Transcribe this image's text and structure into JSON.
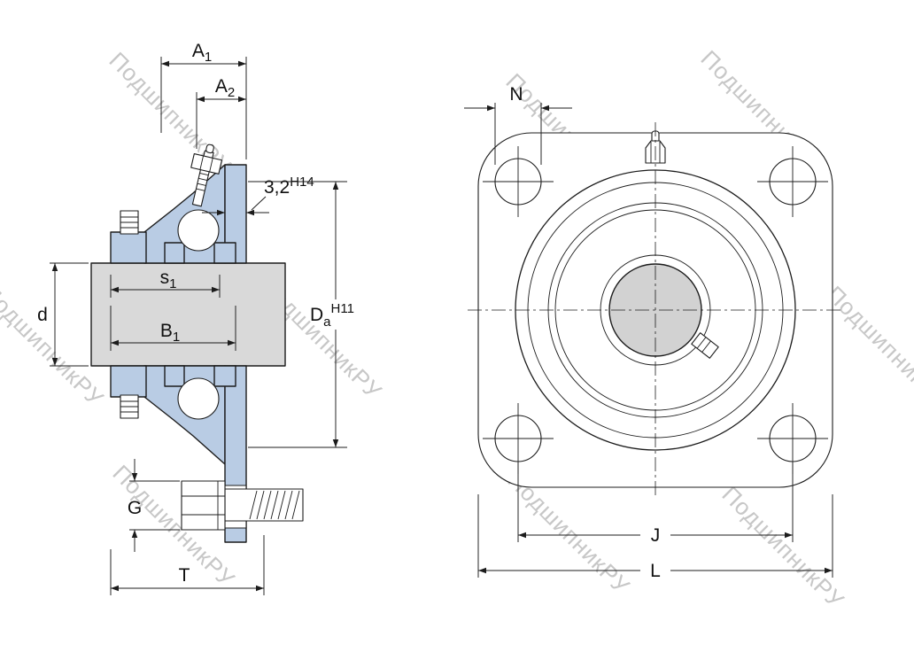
{
  "watermark": {
    "text": "ПодшипникРУ"
  },
  "colors": {
    "housing": "#b9cce4",
    "shaft": "#d9d9d9",
    "bore": "#d2d2d2",
    "line": "#1c1c1c",
    "watermark": "#c7c7c7"
  },
  "side_view": {
    "dim_a1": {
      "base": "A",
      "sub": "1"
    },
    "dim_a2": {
      "base": "A",
      "sub": "2"
    },
    "dim_surface": {
      "base": "3,2",
      "sup": "H14"
    },
    "dim_s1": {
      "base": "s",
      "sub": "1"
    },
    "dim_d": {
      "base": "d"
    },
    "dim_b1": {
      "base": "B",
      "sub": "1"
    },
    "dim_da": {
      "base": "D",
      "sub": "a",
      "sup": "H11"
    },
    "dim_g": {
      "base": "G"
    },
    "dim_t": {
      "base": "T"
    }
  },
  "front_view": {
    "dim_n": {
      "base": "N"
    },
    "dim_j": {
      "base": "J"
    },
    "dim_l": {
      "base": "L"
    }
  }
}
